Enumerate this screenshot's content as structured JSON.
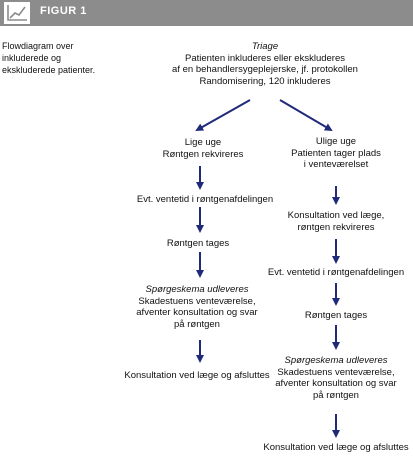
{
  "header": {
    "title": "FIGUR 1",
    "icon": "line-chart-icon"
  },
  "caption": "Flowdiagram over inkluderede og ekskluderede patienter.",
  "top": {
    "label": "Triage",
    "lines": [
      "Patienten inkluderes eller ekskluderes",
      "af en behandlersygeplejerske, jf. protokollen",
      "Randomisering, 120 inkluderes"
    ]
  },
  "left": {
    "branch_lines": [
      "Lige uge",
      "Røntgen rekvireres"
    ],
    "wait": "Evt. ventetid i røntgenafdelingen",
    "xray": "Røntgen tages",
    "questionnaire_label": "Spørgeskema udleveres",
    "questionnaire_lines": [
      "Skadestuens venteværelse,",
      "afventer konsultation og svar",
      "på røntgen"
    ],
    "final": "Konsultation ved læge og afsluttes"
  },
  "right": {
    "branch_lines": [
      "Ulige uge",
      "Patienten tager plads",
      "i venteværelset"
    ],
    "consult": [
      "Konsultation ved læge,",
      "røntgen rekvireres"
    ],
    "wait": "Evt. ventetid i røntgenafdelingen",
    "xray": "Røntgen tages",
    "questionnaire_label": "Spørgeskema udleveres",
    "questionnaire_lines": [
      "Skadestuens venteværelse,",
      "afventer konsultation og svar",
      "på røntgen"
    ],
    "final": "Konsultation ved læge og afsluttes"
  },
  "colors": {
    "header": "#8c8c8c",
    "arrow": "#1f2a7a"
  }
}
